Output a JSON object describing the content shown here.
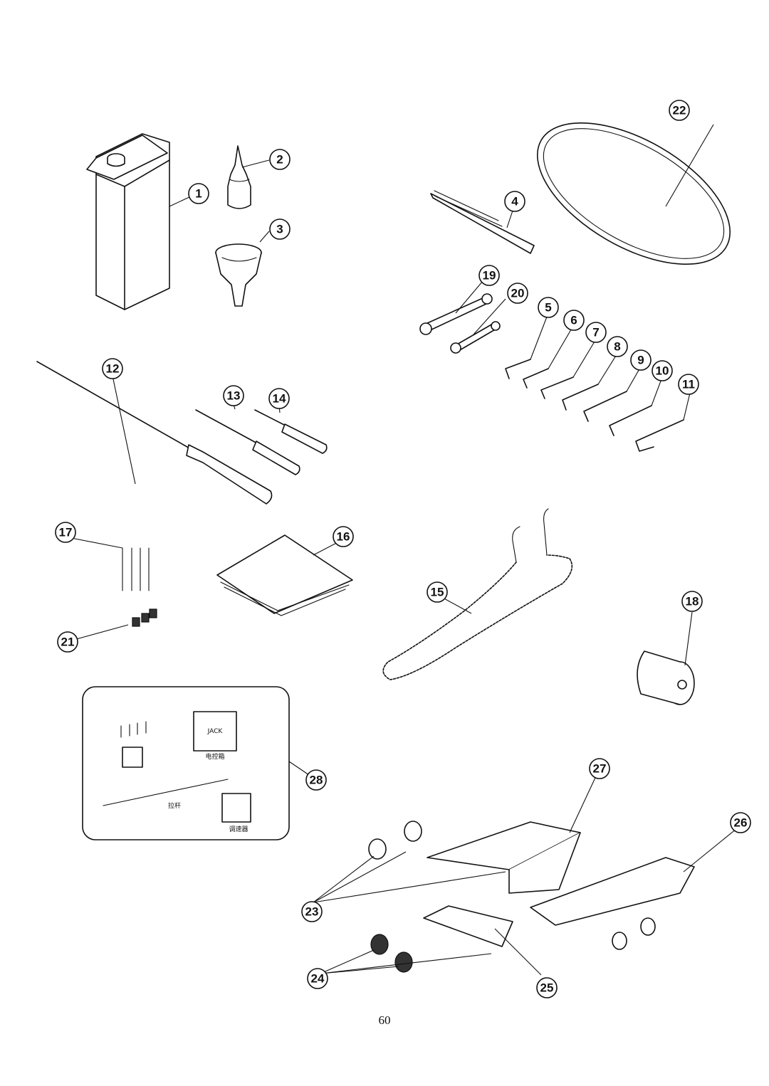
{
  "page": {
    "number": "60"
  },
  "callouts": [
    "1",
    "2",
    "3",
    "4",
    "5",
    "6",
    "7",
    "8",
    "9",
    "10",
    "11",
    "12",
    "13",
    "14",
    "15",
    "16",
    "17",
    "18",
    "19",
    "20",
    "21",
    "22",
    "23",
    "24",
    "25",
    "26",
    "27",
    "28"
  ],
  "inset": {
    "brand_label": "JACK",
    "control_box_label": "电控箱",
    "pull_rod_label": "拉杆",
    "speed_controller_label": "调速器"
  }
}
